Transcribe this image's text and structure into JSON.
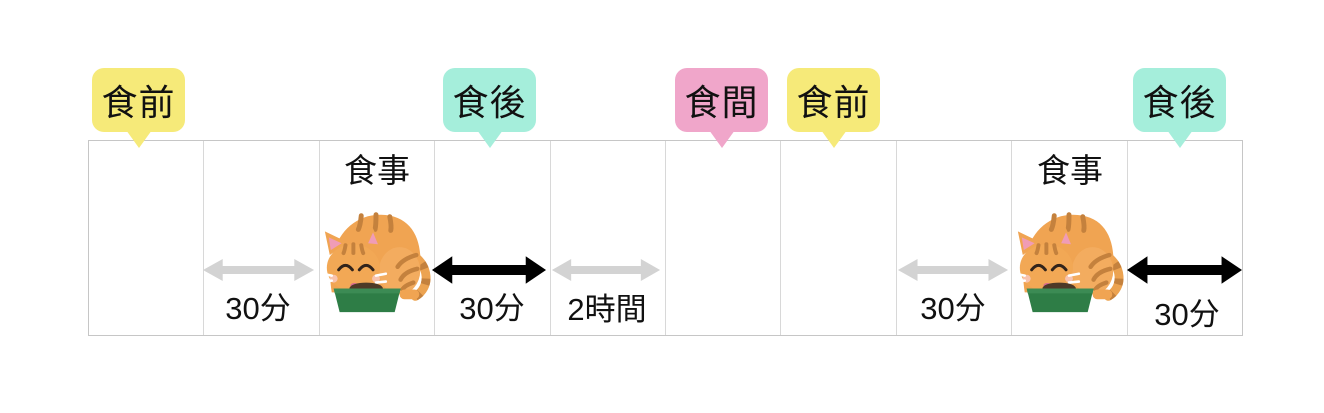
{
  "diagram": {
    "title_semantic": "medication timing relative to meals",
    "cells": 10,
    "bubbles": [
      {
        "label": "食前",
        "color": "yellow"
      },
      {
        "label": "食後",
        "color": "teal"
      },
      {
        "label": "食間",
        "color": "pink"
      },
      {
        "label": "食前",
        "color": "yellow"
      },
      {
        "label": "食後",
        "color": "teal"
      }
    ],
    "meals": [
      {
        "label": "食事"
      },
      {
        "label": "食事"
      }
    ],
    "intervals": [
      {
        "label": "30分",
        "style": "gray"
      },
      {
        "label": "30分",
        "style": "black"
      },
      {
        "label": "2時間",
        "style": "gray"
      },
      {
        "label": "30分",
        "style": "gray"
      },
      {
        "label": "30分",
        "style": "black"
      }
    ]
  },
  "icons": {
    "cat": "cat-eating-from-bowl-icon",
    "arrow": "double-headed-arrow-icon"
  },
  "colors": {
    "yellow": "#F6EA79",
    "teal": "#A5EEDB",
    "pink": "#F0A6CA",
    "gray": "#D3D3D3",
    "black": "#000000",
    "table_border": "#C6C6C6"
  }
}
